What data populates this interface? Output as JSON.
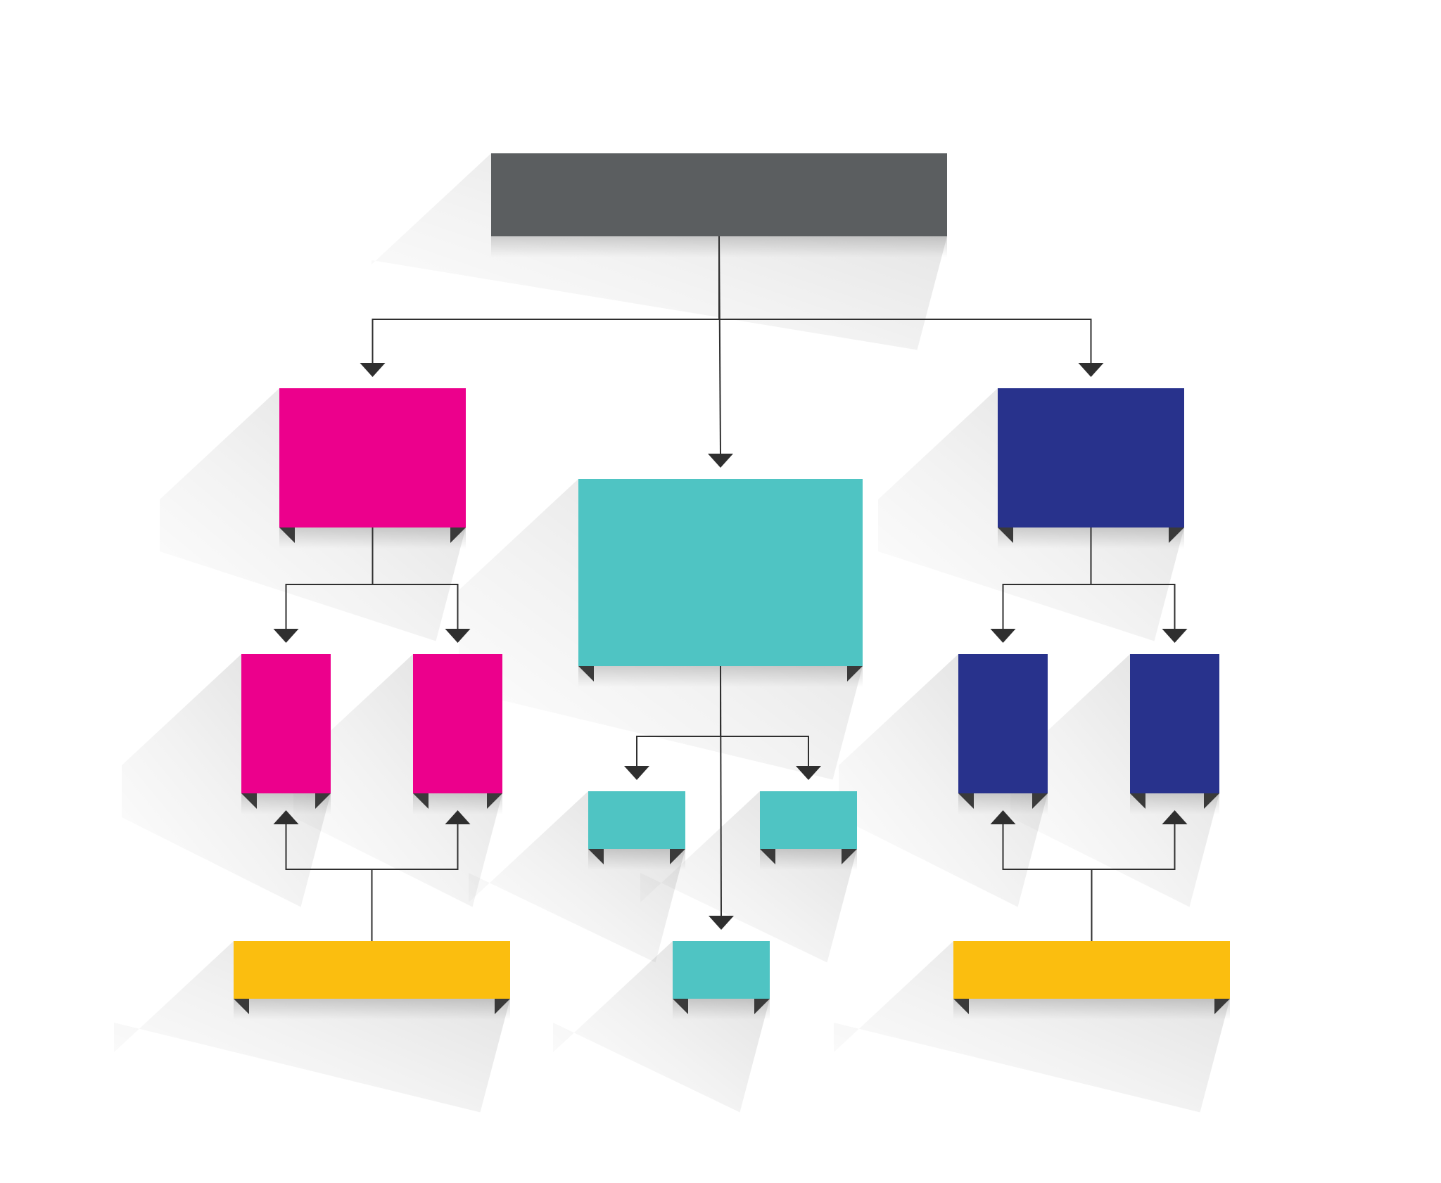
{
  "diagram": {
    "type": "flowchart",
    "style": "flat boxes with folded ribbon corners and long diagonal shadows",
    "colors": {
      "background": "#ffffff",
      "root": "#5b5e60",
      "magenta": "#ec008c",
      "teal": "#4fc4c3",
      "navy": "#28328c",
      "yellow": "#fbbe0f",
      "connector": "#2f2f2f",
      "fold": "#3a3a3a"
    },
    "nodes": [
      {
        "id": "root",
        "color": "root",
        "text": ""
      },
      {
        "id": "magenta-parent",
        "color": "magenta",
        "text": ""
      },
      {
        "id": "teal-parent",
        "color": "teal",
        "text": ""
      },
      {
        "id": "navy-parent",
        "color": "navy",
        "text": ""
      },
      {
        "id": "magenta-child-left",
        "color": "magenta",
        "text": ""
      },
      {
        "id": "magenta-child-right",
        "color": "magenta",
        "text": ""
      },
      {
        "id": "teal-child-left",
        "color": "teal",
        "text": ""
      },
      {
        "id": "teal-child-right",
        "color": "teal",
        "text": ""
      },
      {
        "id": "teal-child-bottom",
        "color": "teal",
        "text": ""
      },
      {
        "id": "navy-child-left",
        "color": "navy",
        "text": ""
      },
      {
        "id": "navy-child-right",
        "color": "navy",
        "text": ""
      },
      {
        "id": "yellow-left",
        "color": "yellow",
        "text": ""
      },
      {
        "id": "yellow-right",
        "color": "yellow",
        "text": ""
      }
    ],
    "edges": [
      {
        "from": "root",
        "to": "magenta-parent",
        "arrow": "down"
      },
      {
        "from": "root",
        "to": "teal-parent",
        "arrow": "down"
      },
      {
        "from": "root",
        "to": "navy-parent",
        "arrow": "down"
      },
      {
        "from": "magenta-parent",
        "to": "magenta-child-left",
        "arrow": "down"
      },
      {
        "from": "magenta-parent",
        "to": "magenta-child-right",
        "arrow": "down"
      },
      {
        "from": "teal-parent",
        "to": "teal-child-left",
        "arrow": "down"
      },
      {
        "from": "teal-parent",
        "to": "teal-child-right",
        "arrow": "down"
      },
      {
        "from": "teal-parent",
        "to": "teal-child-bottom",
        "arrow": "down"
      },
      {
        "from": "navy-parent",
        "to": "navy-child-left",
        "arrow": "down"
      },
      {
        "from": "navy-parent",
        "to": "navy-child-right",
        "arrow": "down"
      },
      {
        "from": "yellow-left",
        "to": "magenta-child-left",
        "arrow": "up"
      },
      {
        "from": "yellow-left",
        "to": "magenta-child-right",
        "arrow": "up"
      },
      {
        "from": "yellow-right",
        "to": "navy-child-left",
        "arrow": "up"
      },
      {
        "from": "yellow-right",
        "to": "navy-child-right",
        "arrow": "up"
      }
    ]
  }
}
